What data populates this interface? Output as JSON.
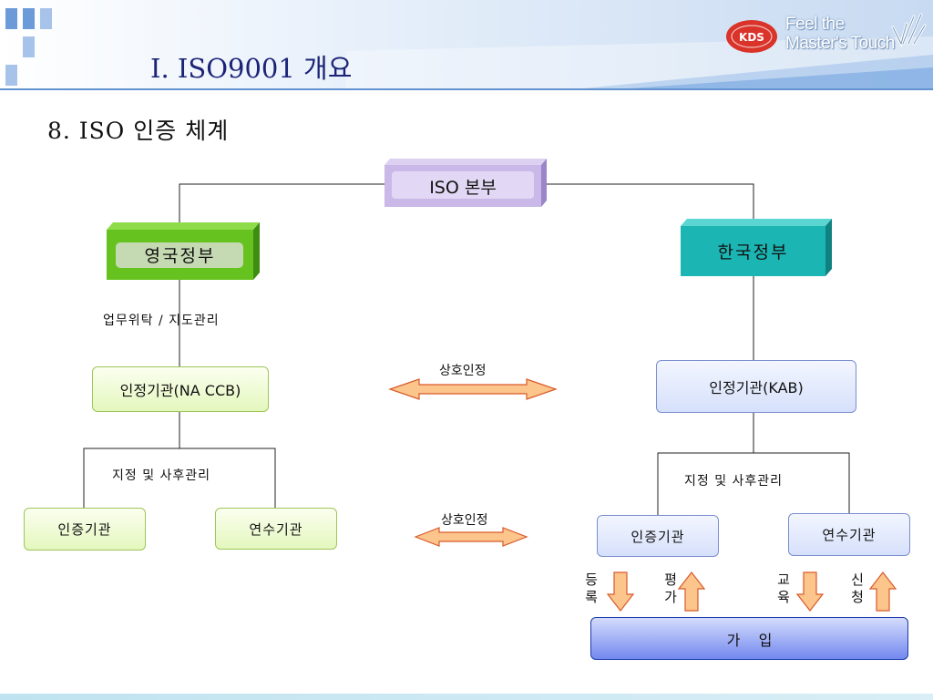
{
  "header": {
    "title": "I. ISO9001 개요",
    "logo_text": "KDS",
    "slogan_line1": "Feel the",
    "slogan_line2": "Master's Touch"
  },
  "subtitle": "8. ISO 인증 체계",
  "nodes": {
    "iso_hq": "ISO 본부",
    "uk_gov": "영국정부",
    "kr_gov": "한국정부",
    "uk_accreditor": "인정기관(NA CCB)",
    "kr_accreditor": "인정기관(KAB)",
    "uk_cert_body": "인증기관",
    "uk_training_body": "연수기관",
    "kr_cert_body": "인증기관",
    "kr_training_body": "연수기관",
    "membership": "가    입"
  },
  "labels": {
    "delegation": "업무위탁 / 지도관리",
    "mutual_recognition_top": "상호인정",
    "mutual_recognition_bottom": "상호인정",
    "designation_left": "지정 및 사후관리",
    "designation_right": "지정 및 사후관리"
  },
  "flow": {
    "register_1": "등",
    "register_2": "록",
    "evaluate_1": "평",
    "evaluate_2": "가",
    "education_1": "교",
    "education_2": "육",
    "apply_1": "신",
    "apply_2": "청"
  },
  "colors": {
    "title": "#1c2478",
    "iso_box": "#c9b8e8",
    "uk_box": "#66c21e",
    "kr_box": "#1bb5b3",
    "green_box": "#e4f7bd",
    "blue_box": "#d6e0fb",
    "arrow_fill": "#fbc58c",
    "arrow_stroke": "#d95a2a"
  }
}
